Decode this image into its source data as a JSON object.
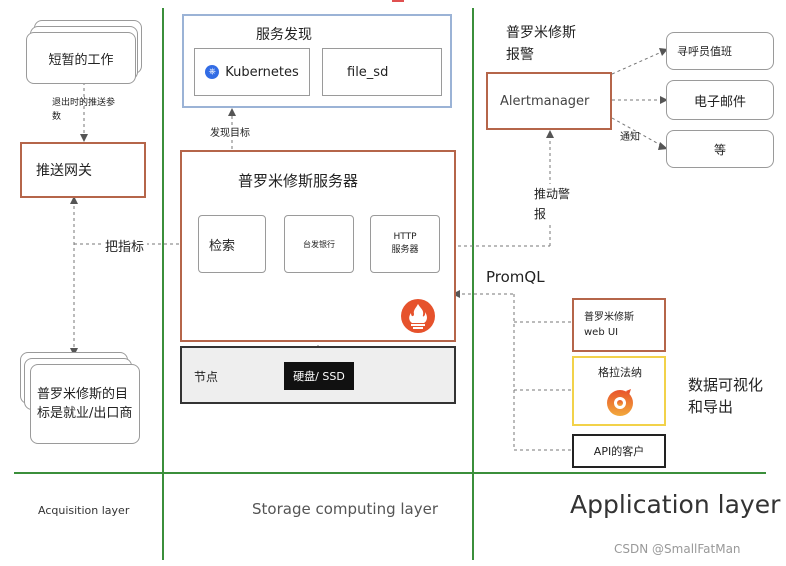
{
  "layers": {
    "acquisition": "Acquisition layer",
    "storage": "Storage computing layer",
    "application": "Application layer"
  },
  "acquisition": {
    "short_job": "短暂的工作",
    "push_params": "退出时的推送参数",
    "push_gateway": "推送网关",
    "pull_metrics": "把指标",
    "targets": "普罗米修斯的目标是就业/出口商"
  },
  "storage": {
    "service_discovery": "服务发现",
    "kubernetes": "Kubernetes",
    "file_sd": "file_sd",
    "discover_targets": "发现目标",
    "server": "普罗米修斯服务器",
    "retrieval": "检索",
    "tsdb": "台发银行",
    "http_server": "HTTP\n服务器",
    "node": "节点",
    "disk": "硬盘/ SSD"
  },
  "application": {
    "alerting_title": "普罗米修斯\n报警",
    "alertmanager": "Alertmanager",
    "pagerduty": "寻呼员值班",
    "email": "电子邮件",
    "notify": "通知",
    "etc": "等",
    "push_alerts": "推动警\n报",
    "promql": "PromQL",
    "web_ui": "普罗米修斯\nweb UI",
    "grafana": "格拉法纳",
    "api_clients": "API的客户",
    "visualization": "数据可视化\n和导出"
  },
  "watermark": "CSDN @SmallFatMan",
  "colors": {
    "layer_line": "#3b8f3b",
    "rust_border": "#b5654a",
    "sd_border": "#9bb3d6",
    "grafana_border": "#f2d24a",
    "node_bg": "#eeeeee",
    "prom_logo": "#e6522c"
  }
}
